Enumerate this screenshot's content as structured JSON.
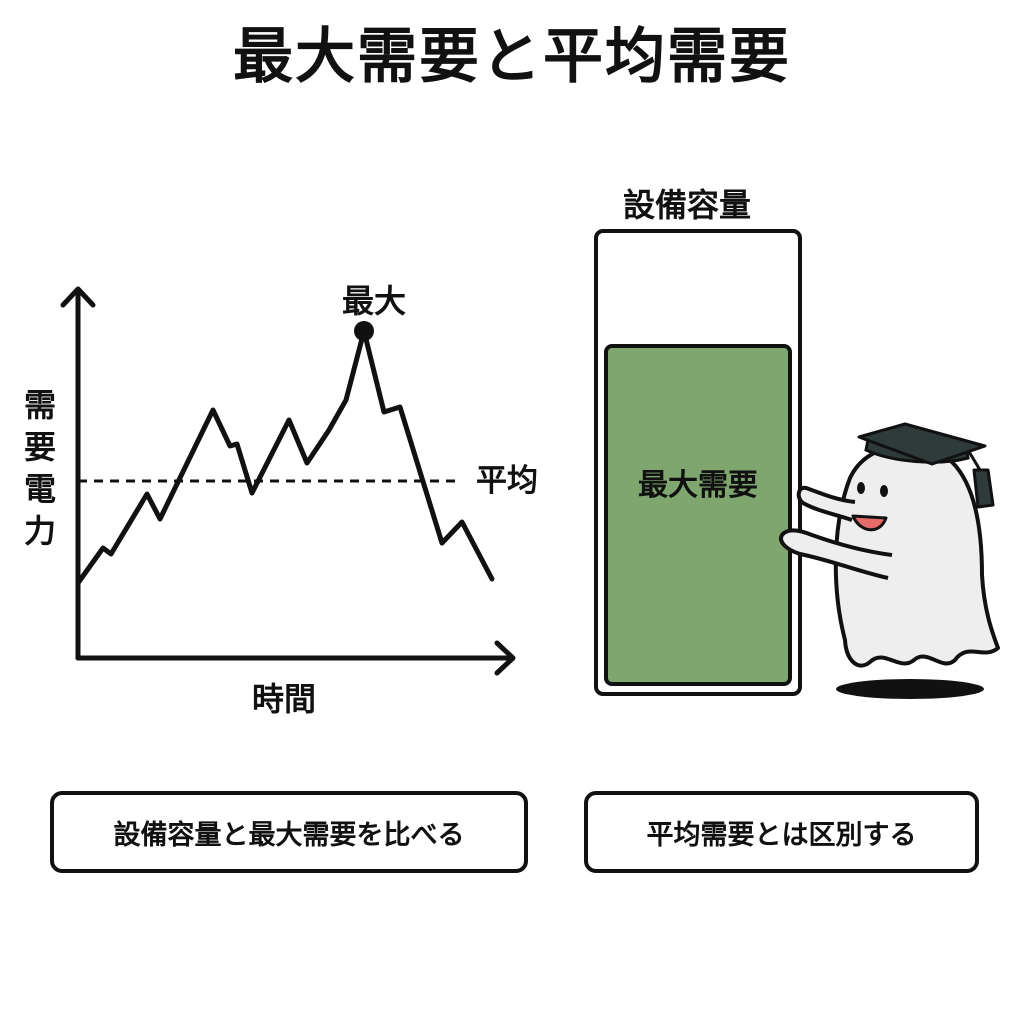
{
  "title": "最大需要と平均需要",
  "chart": {
    "y_axis_label": "需要電力",
    "x_axis_label": "時間",
    "peak_label": "最大",
    "average_label": "平均"
  },
  "capacity": {
    "outer_label": "設備容量",
    "inner_label": "最大需要"
  },
  "notes": [
    "設備容量と最大需要を比べる",
    "平均需要とは区別する"
  ]
}
